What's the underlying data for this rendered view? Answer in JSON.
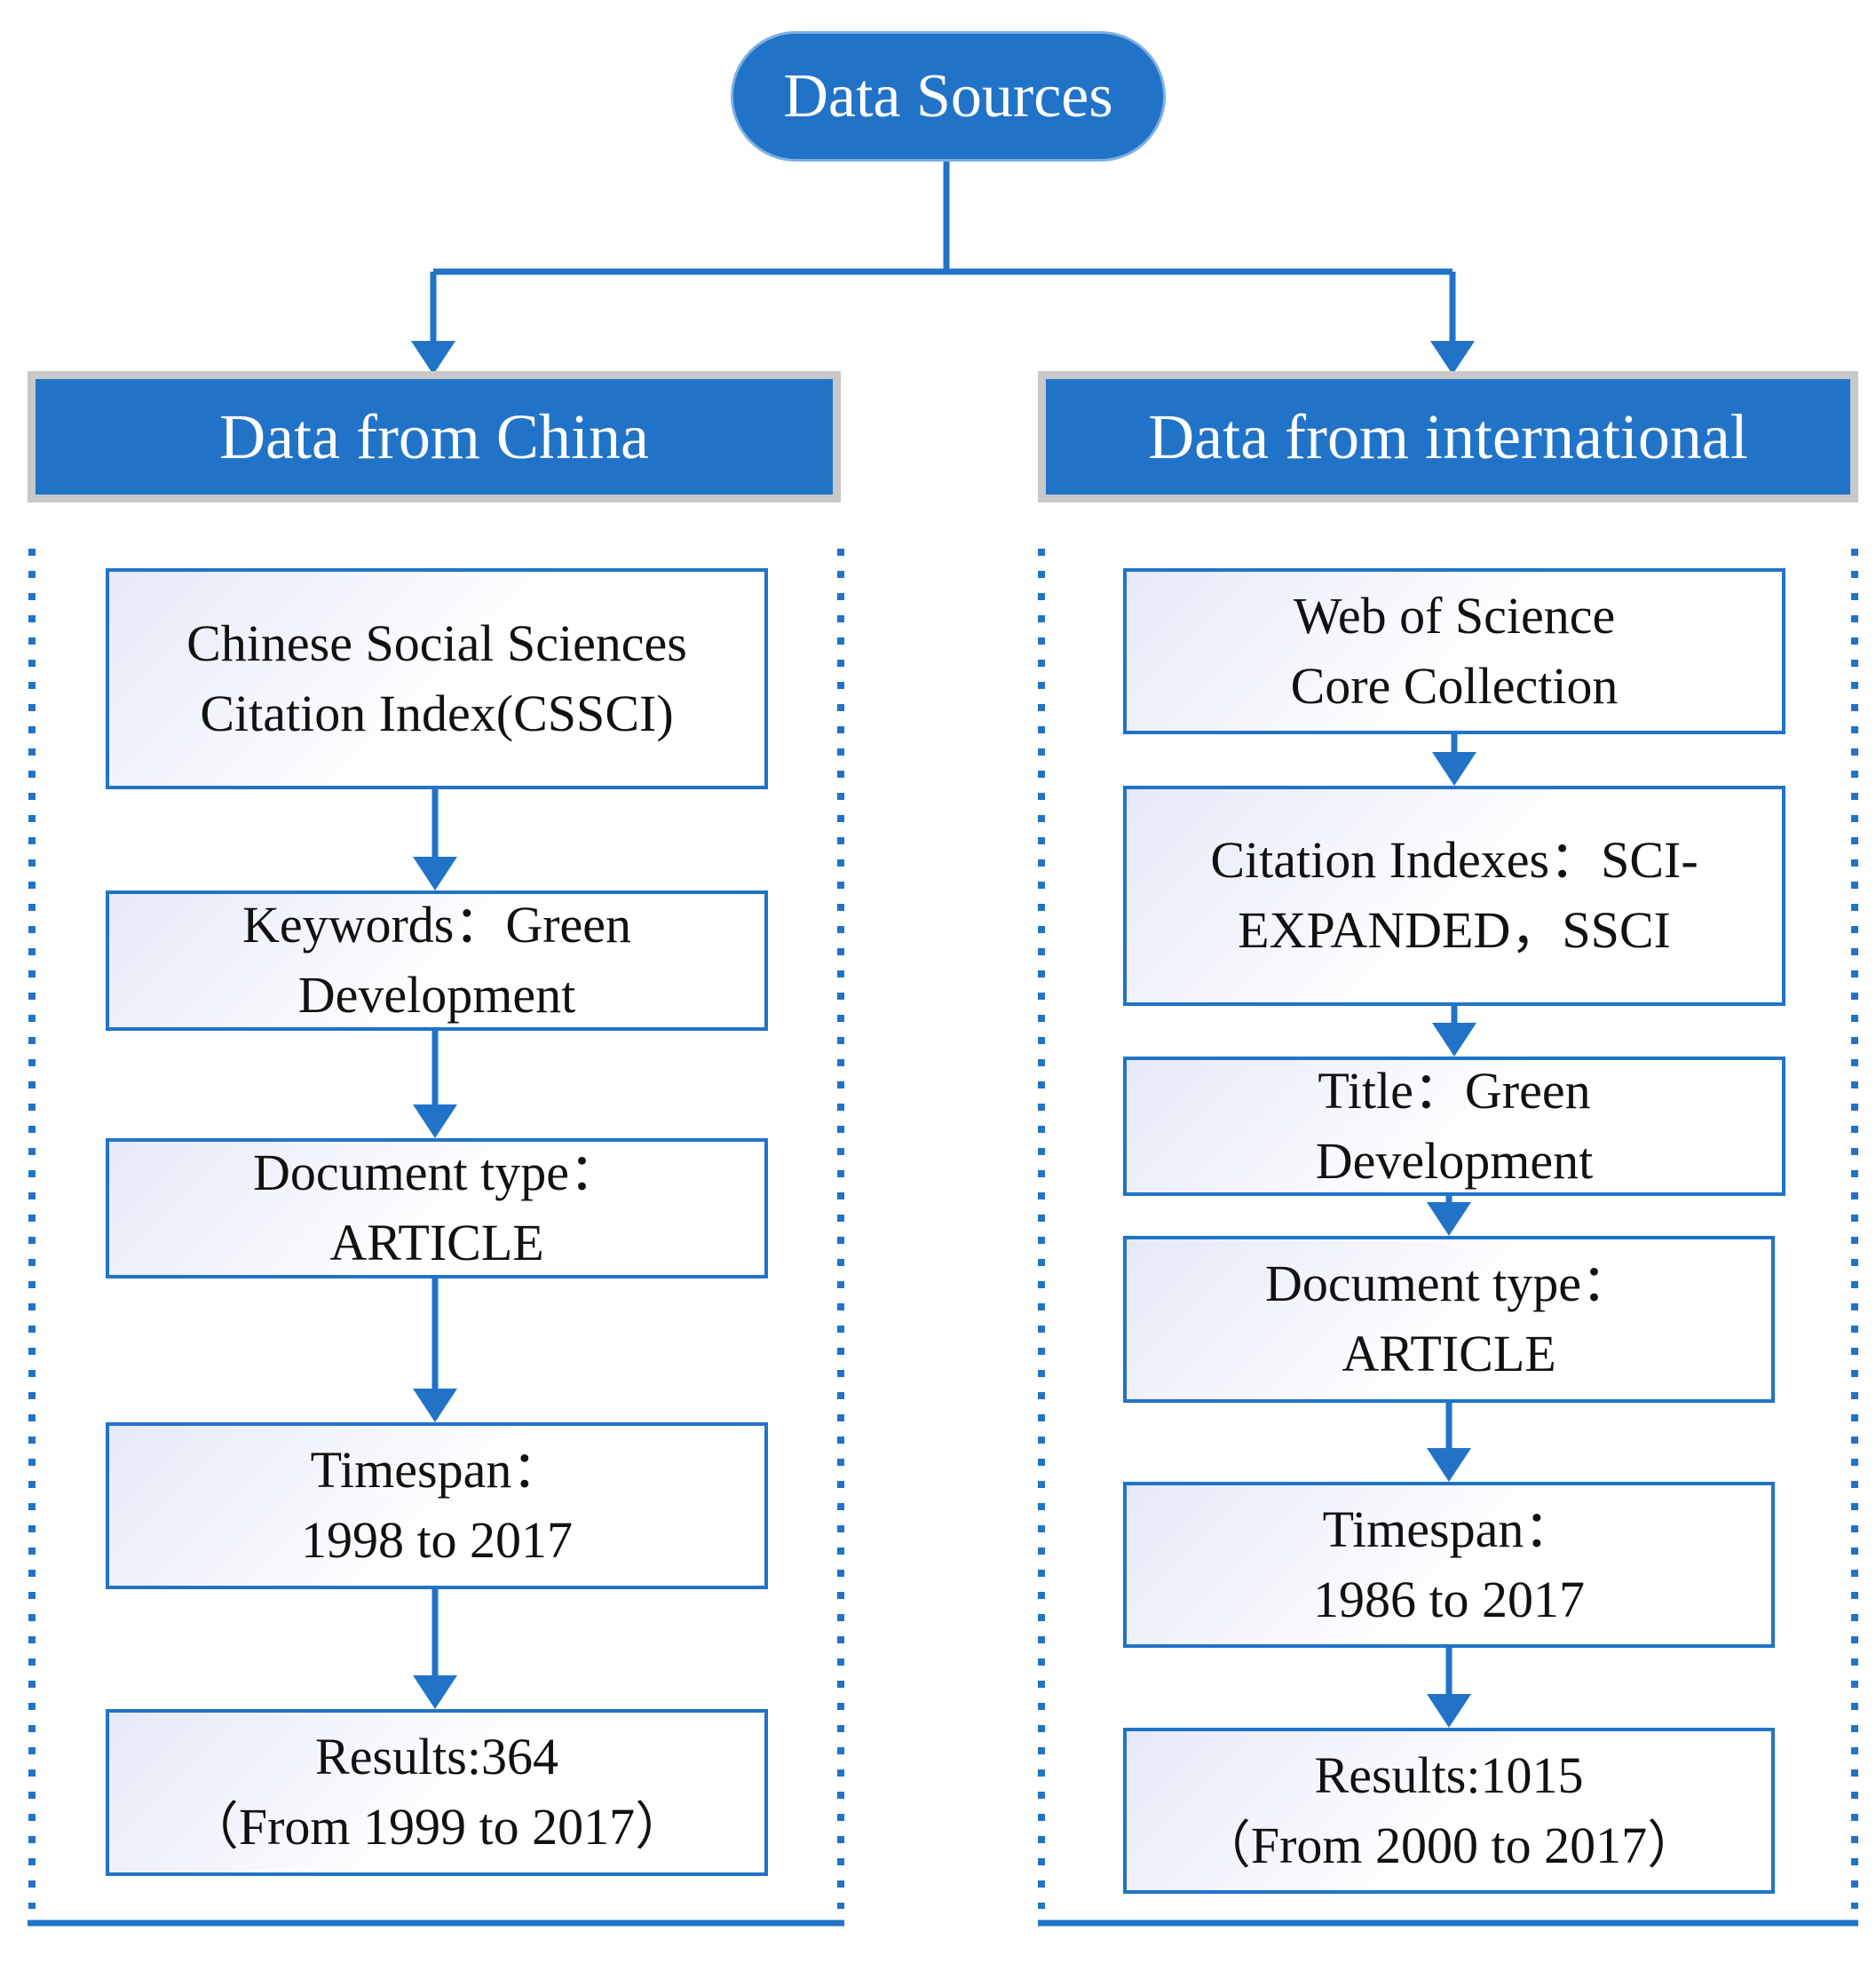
{
  "root": {
    "label": "Data Sources"
  },
  "columns": [
    {
      "header": "Data from China",
      "steps": [
        {
          "lines": [
            "Chinese Social Sciences",
            "Citation Index(CSSCI)"
          ]
        },
        {
          "lines": [
            "Keywords：Green",
            "Development"
          ]
        },
        {
          "lines": [
            "Document type：",
            "ARTICLE"
          ]
        },
        {
          "lines": [
            "Timespan：",
            "1998 to 2017"
          ]
        },
        {
          "lines": [
            "Results:364",
            "（From 1999 to 2017）"
          ]
        }
      ]
    },
    {
      "header": "Data from international",
      "steps": [
        {
          "lines": [
            "Web of Science",
            "Core Collection"
          ]
        },
        {
          "lines": [
            "Citation Indexes：SCI-",
            "EXPANDED，SSCI"
          ]
        },
        {
          "lines": [
            "Title：Green",
            "Development"
          ]
        },
        {
          "lines": [
            "Document type：",
            "ARTICLE"
          ]
        },
        {
          "lines": [
            "Timespan：",
            "1986 to 2017"
          ]
        },
        {
          "lines": [
            "Results:1015",
            "（From 2000 to 2017）"
          ]
        }
      ]
    }
  ],
  "colors": {
    "accent": "#2173c8",
    "header_border": "#c8c8c8",
    "text": "#111111"
  }
}
